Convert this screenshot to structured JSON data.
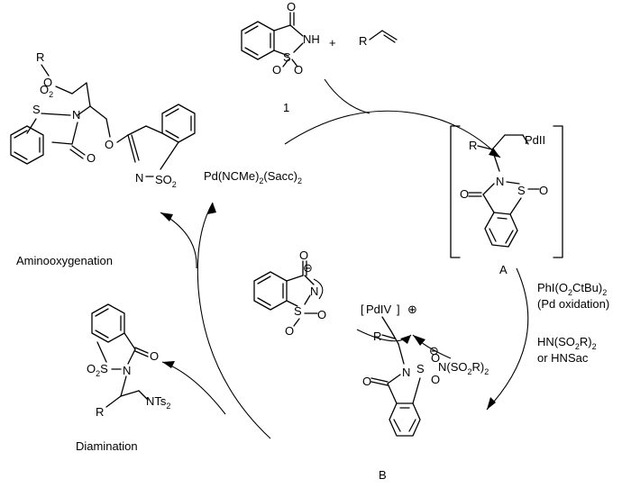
{
  "compound_label": "1",
  "plus_sign": "+",
  "substituent_R": "R",
  "catalyst": {
    "main": "Pd(NCMe)",
    "sub1": "2",
    "mid": "(Sacc)",
    "sub2": "2"
  },
  "intermediate_A": {
    "label": "A",
    "metal": "PdII"
  },
  "intermediate_B": {
    "label": "B",
    "metal": "PdIV",
    "charge": "⊕",
    "nucleophile": "N(SO",
    "nucleophile_sub": "2",
    "nucleophile_end": "R)",
    "nucleophile_sub2": "2",
    "minus": "⊖"
  },
  "oxidant": {
    "line1_a": "PhI(O",
    "line1_b": "2",
    "line1_c": "CtBu)",
    "line1_d": "2",
    "line2": "(Pd oxidation)",
    "line3_a": "HN(SO",
    "line3_b": "2",
    "line3_c": "R)",
    "line3_d": "2",
    "line4": "or HNSac"
  },
  "products": {
    "aminooxygenation": "Aminooxygenation",
    "diamination": "Diamination",
    "nts2": "NTs",
    "nts2_sub": "2"
  },
  "atoms": {
    "O": "O",
    "N": "N",
    "S": "S",
    "NH": "NH",
    "R": "R",
    "O2": "O",
    "O2_sub": "2",
    "SO2": "SO",
    "SO2_sub": "2",
    "O2S": "O",
    "O2S_sub": "2",
    "O2S_end": "S",
    "minus": "⊖"
  }
}
